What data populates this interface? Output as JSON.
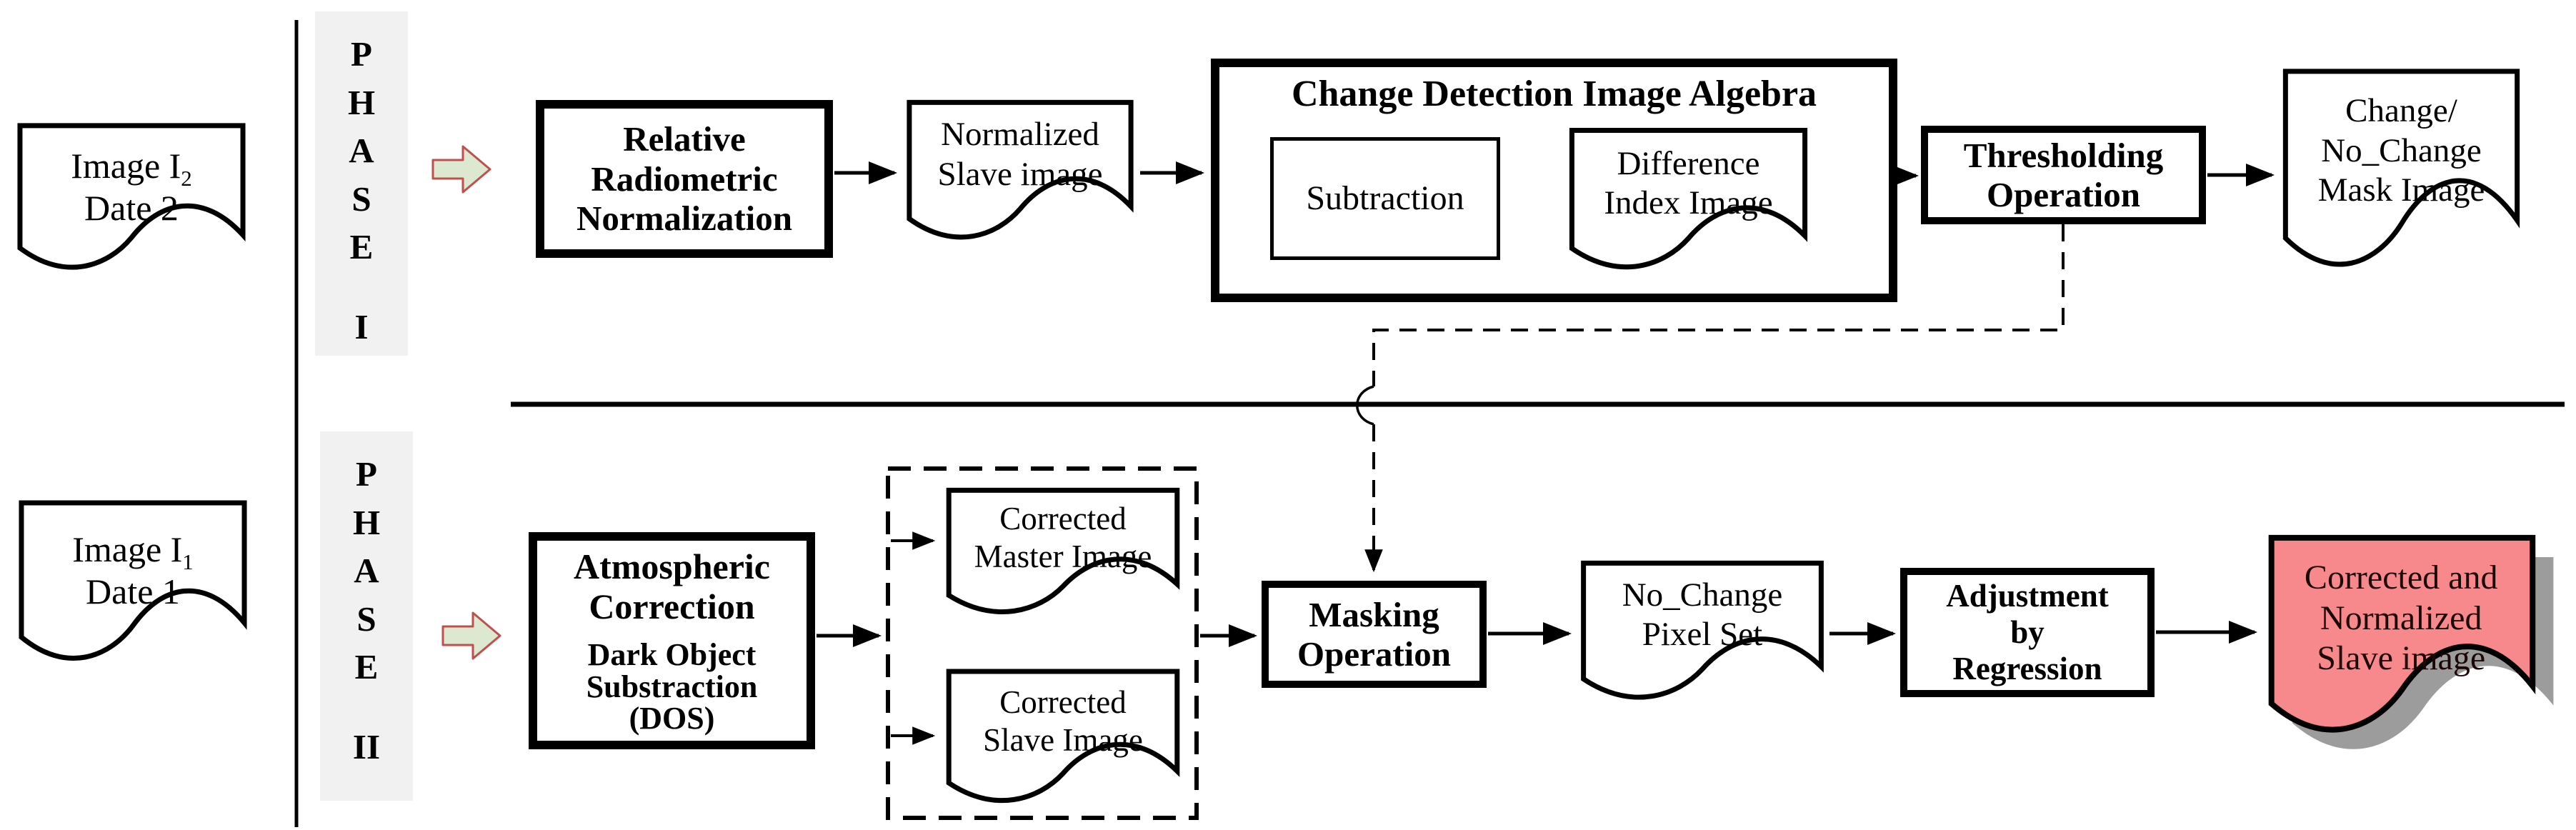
{
  "colors": {
    "arrow_icon_fill": "#dce8d0",
    "arrow_icon_stroke": "#c0504d",
    "output_doc_fill": "#f7898d",
    "output_doc_shadow": "#9c9c9c",
    "phase_label_bg": "#f1f1f1",
    "line": "#000000"
  },
  "icons": {
    "phase_entry": "block-arrow-right"
  },
  "phases": {
    "p1": {
      "letters": [
        "P",
        "H",
        "A",
        "S",
        "E"
      ],
      "numeral": "I"
    },
    "p2": {
      "letters": [
        "P",
        "H",
        "A",
        "S",
        "E"
      ],
      "numeral": "II"
    }
  },
  "docs": {
    "image2": {
      "line1_main": "Image I",
      "line1_sub": "2",
      "line2": "Date 2"
    },
    "image1": {
      "line1_main": "Image I",
      "line1_sub": "1",
      "line2": "Date 1"
    },
    "normalized": [
      "Normalized",
      "Slave image"
    ],
    "difference": [
      "Difference",
      "Index Image"
    ],
    "mask": [
      "Change/",
      "No_Change",
      "Mask Image"
    ],
    "master": [
      "Corrected",
      "Master Image"
    ],
    "slave": [
      "Corrected",
      "Slave Image"
    ],
    "nochange": [
      "No_Change",
      "Pixel Set"
    ],
    "output": [
      "Corrected and",
      "Normalized",
      "Slave image"
    ]
  },
  "boxes": {
    "rrn": [
      "Relative",
      "Radiometric",
      "Normalization"
    ],
    "algebra_title": "Change Detection Image Algebra",
    "subtraction": "Subtraction",
    "thresholding": [
      "Thresholding",
      "Operation"
    ],
    "atmospheric_title": [
      "Atmospheric",
      "Correction"
    ],
    "atmospheric_method": [
      "Dark Object",
      "Substraction",
      "(DOS)"
    ],
    "masking": [
      "Masking",
      "Operation"
    ],
    "adjustment": [
      "Adjustment",
      "by",
      "Regression"
    ]
  }
}
